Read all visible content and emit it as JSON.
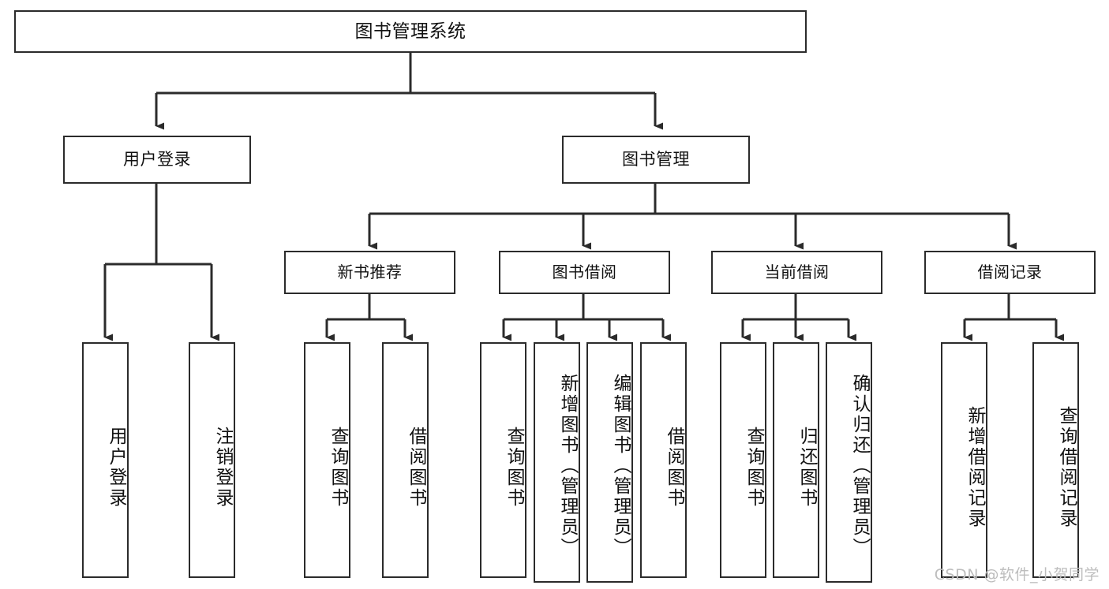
{
  "diagram": {
    "title": "图书管理系统",
    "type": "tree",
    "watermark": "CSDN @软件_小贺同学",
    "root": {
      "label": "图书管理系统"
    },
    "level1": [
      {
        "id": "user-login",
        "label": "用户登录"
      },
      {
        "id": "book-manage",
        "label": "图书管理"
      }
    ],
    "level2": [
      {
        "id": "new-book-rec",
        "label": "新书推荐",
        "parent": "book-manage"
      },
      {
        "id": "book-borrow",
        "label": "图书借阅",
        "parent": "book-manage"
      },
      {
        "id": "current-borrow",
        "label": "当前借阅",
        "parent": "book-manage"
      },
      {
        "id": "borrow-record",
        "label": "借阅记录",
        "parent": "book-manage"
      }
    ],
    "leaves": [
      {
        "id": "leaf-user-login",
        "label": "用户登录",
        "parent": "user-login"
      },
      {
        "id": "leaf-logout",
        "label": "注销登录",
        "parent": "user-login"
      },
      {
        "id": "leaf-query-book-1",
        "label": "查询图书",
        "parent": "new-book-rec"
      },
      {
        "id": "leaf-borrow-book-1",
        "label": "借阅图书",
        "parent": "new-book-rec"
      },
      {
        "id": "leaf-query-book-2",
        "label": "查询图书",
        "parent": "book-borrow"
      },
      {
        "id": "leaf-add-book",
        "label": "新增图书（管理员）",
        "parent": "book-borrow"
      },
      {
        "id": "leaf-edit-book",
        "label": "编辑图书（管理员）",
        "parent": "book-borrow"
      },
      {
        "id": "leaf-borrow-book-2",
        "label": "借阅图书",
        "parent": "book-borrow"
      },
      {
        "id": "leaf-query-book-3",
        "label": "查询图书",
        "parent": "current-borrow"
      },
      {
        "id": "leaf-return-book",
        "label": "归还图书",
        "parent": "current-borrow"
      },
      {
        "id": "leaf-confirm-return",
        "label": "确认归还（管理员）",
        "parent": "current-borrow"
      },
      {
        "id": "leaf-add-record",
        "label": "新增借阅记录",
        "parent": "borrow-record"
      },
      {
        "id": "leaf-query-record",
        "label": "查询借阅记录",
        "parent": "borrow-record"
      }
    ],
    "colors": {
      "stroke": "#2b2b2b",
      "fill": "#ffffff",
      "text": "#111111",
      "watermark": "#bdbdbd"
    }
  }
}
